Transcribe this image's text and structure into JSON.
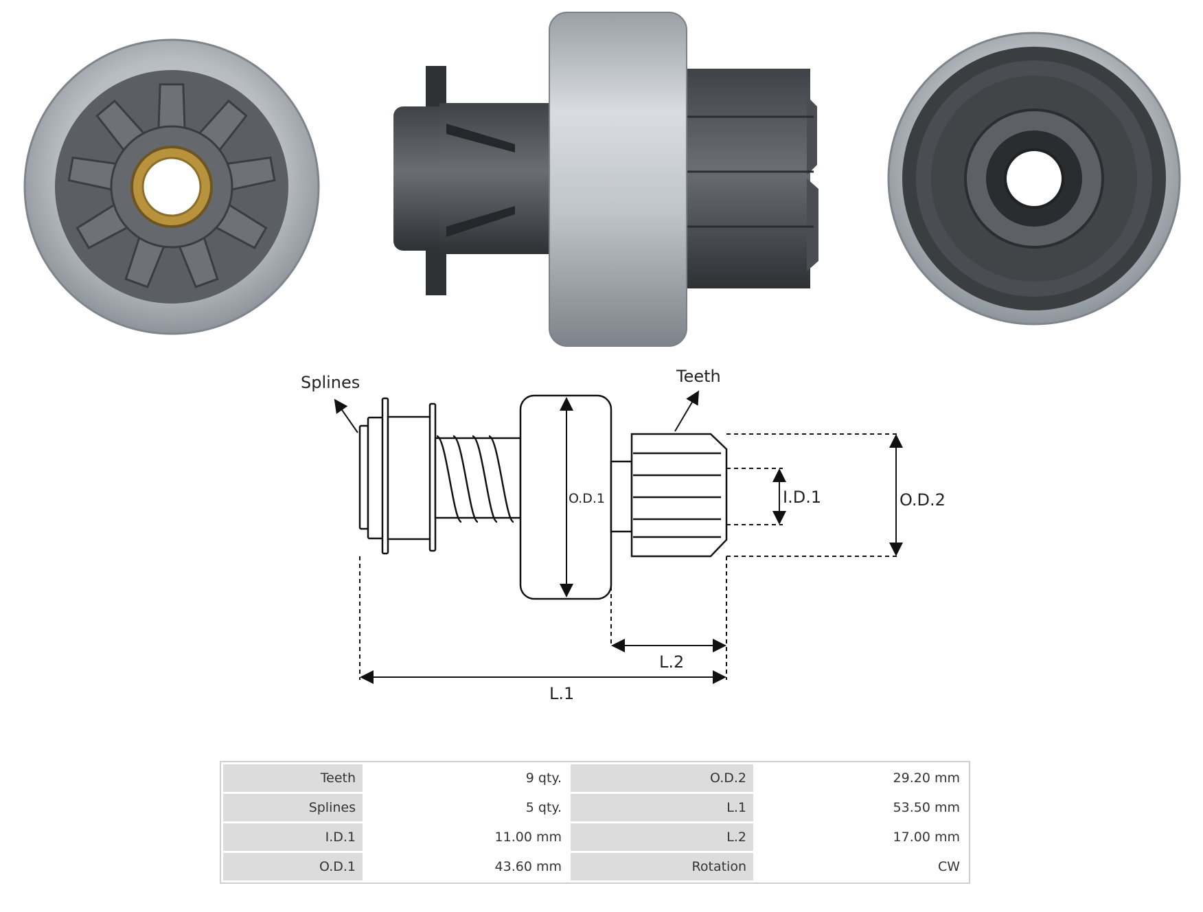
{
  "diagram": {
    "splines_label": "Splines",
    "teeth_label": "Teeth",
    "od1_label": "O.D.1",
    "id1_label": "I.D.1",
    "od2_label": "O.D.2",
    "l1_label": "L.1",
    "l2_label": "L.2"
  },
  "specs": [
    {
      "key": "Teeth",
      "value": "9 qty.",
      "key2": "O.D.2",
      "value2": "29.20 mm"
    },
    {
      "key": "Splines",
      "value": "5 qty.",
      "key2": "L.1",
      "value2": "53.50 mm"
    },
    {
      "key": "I.D.1",
      "value": "11.00 mm",
      "key2": "L.2",
      "value2": "17.00 mm"
    },
    {
      "key": "O.D.1",
      "value": "43.60 mm",
      "key2": "Rotation",
      "value2": "CW"
    }
  ]
}
